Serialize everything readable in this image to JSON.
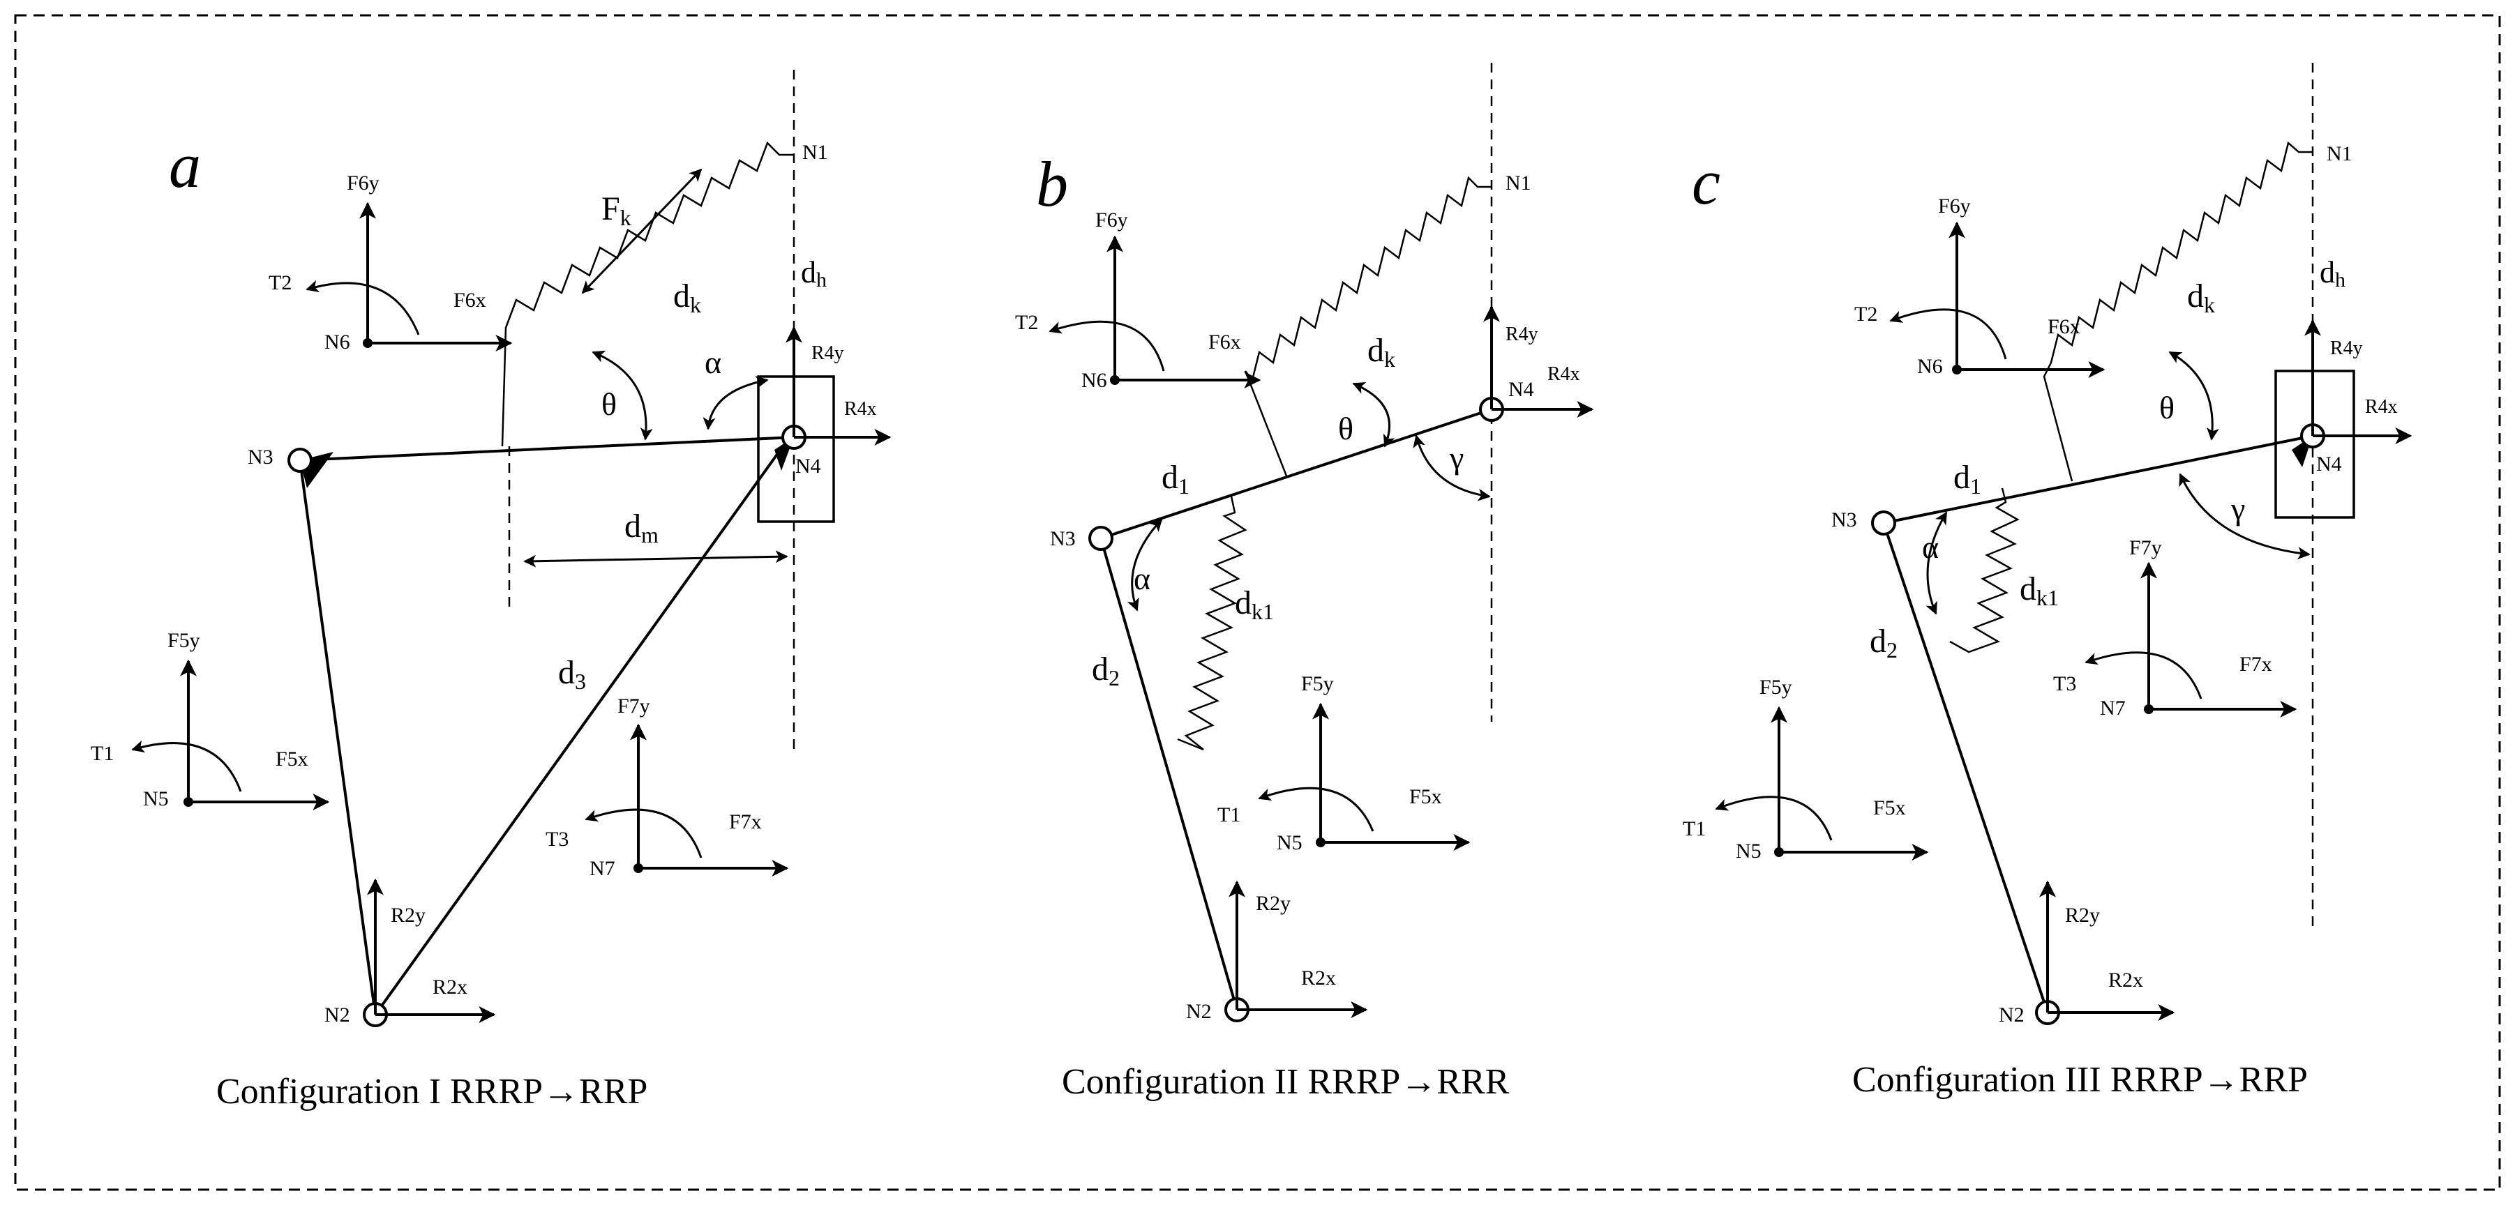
{
  "panels": [
    {
      "letter": "a",
      "caption": "Configuration I  RRRP→RRP",
      "nodes": [
        "N1",
        "N2",
        "N3",
        "N4",
        "N5",
        "N6",
        "N7"
      ],
      "labels": {
        "fk": "F",
        "fk_sub": "k",
        "dk": "d",
        "dk_sub": "k",
        "dh": "d",
        "dh_sub": "h",
        "dm": "d",
        "dm_sub": "m",
        "d3": "d",
        "d3_sub": "3",
        "theta": "θ",
        "alpha": "α",
        "r4y": "R4y",
        "r4x": "R4x",
        "r2y": "R2y",
        "r2x": "R2x",
        "f6y": "F6y",
        "f6x": "F6x",
        "t2": "T2",
        "f5y": "F5y",
        "f5x": "F5x",
        "t1": "T1",
        "f7y": "F7y",
        "f7x": "F7x",
        "t3": "T3"
      }
    },
    {
      "letter": "b",
      "caption": "Configuration II  RRRP→RRR",
      "nodes": [
        "N1",
        "N2",
        "N3",
        "N4",
        "N5",
        "N6"
      ],
      "labels": {
        "dk": "d",
        "dk_sub": "k",
        "dk1": "d",
        "dk1_sub": "k1",
        "d1": "d",
        "d1_sub": "1",
        "d2": "d",
        "d2_sub": "2",
        "theta": "θ",
        "gamma": "γ",
        "alpha": "α",
        "r4y": "R4y",
        "r4x": "R4x",
        "r2y": "R2y",
        "r2x": "R2x",
        "f6y": "F6y",
        "f6x": "F6x",
        "t2": "T2",
        "f5y": "F5y",
        "f5x": "F5x",
        "t1": "T1"
      }
    },
    {
      "letter": "c",
      "caption": "Configuration III  RRRP→RRP",
      "nodes": [
        "N1",
        "N2",
        "N3",
        "N4",
        "N5",
        "N6",
        "N7"
      ],
      "labels": {
        "dk": "d",
        "dk_sub": "k",
        "dh": "d",
        "dh_sub": "h",
        "dk1": "d",
        "dk1_sub": "k1",
        "d1": "d",
        "d1_sub": "1",
        "d2": "d",
        "d2_sub": "2",
        "theta": "θ",
        "gamma": "γ",
        "alpha": "α",
        "r4y": "R4y",
        "r4x": "R4x",
        "r2y": "R2y",
        "r2x": "R2x",
        "f6y": "F6y",
        "f6x": "F6x",
        "t2": "T2",
        "f5y": "F5y",
        "f5x": "F5x",
        "t1": "T1",
        "f7y": "F7y",
        "f7x": "F7x",
        "t3": "T3"
      }
    }
  ]
}
